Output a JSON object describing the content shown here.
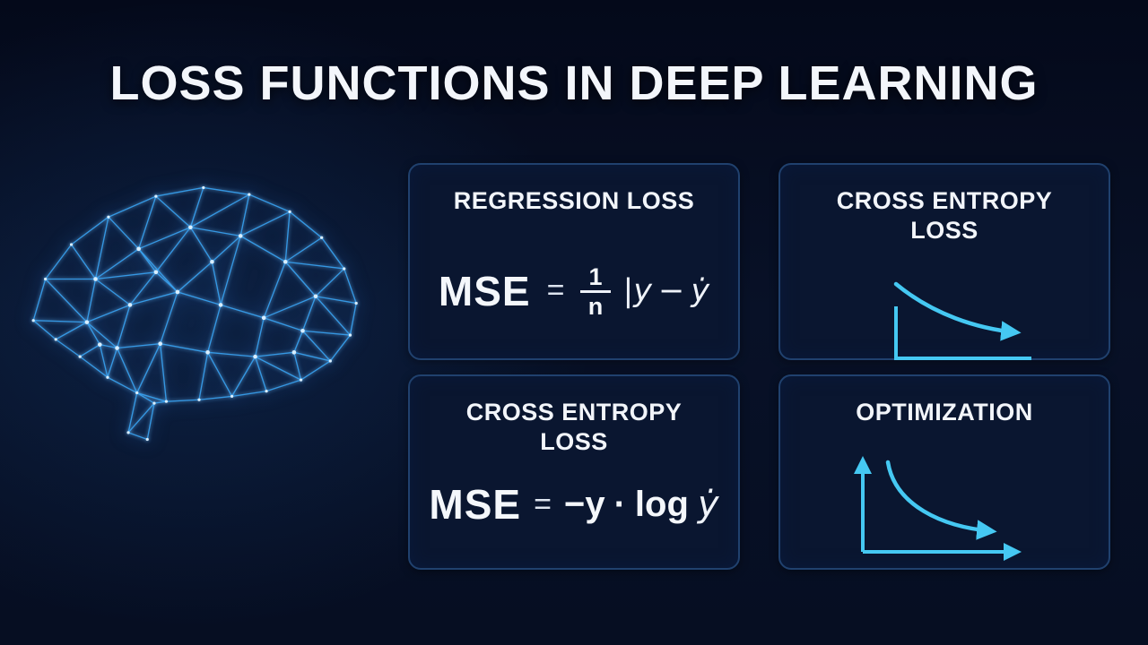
{
  "title": "LOSS FUNCTIONS IN DEEP LEARNING",
  "colors": {
    "background": "#070e20",
    "card_background": "#0a1630",
    "card_border": "#20416e",
    "accent_cyan": "#45c8f2",
    "brain_blue": "#3aa6f5",
    "text_white": "#f3f6fb"
  },
  "graphics": {
    "brain": "glowing low-poly wireframe brain network"
  },
  "cards": [
    {
      "id": "regression-loss",
      "title": "REGRESSION LOSS",
      "formula": {
        "lhs": "MSE",
        "eq": "=",
        "num": "1",
        "den": "n",
        "bar": "|",
        "y": "y",
        "minus": "−",
        "yhat": "ẏ"
      }
    },
    {
      "id": "cross-entropy-loss-top",
      "title": "CROSS ENTROPY LOSS",
      "chart": {
        "type": "line",
        "trend": "decreasing",
        "description": "decreasing loss curve with arrow over L-shaped axes"
      }
    },
    {
      "id": "cross-entropy-loss-bottom",
      "title": "CROSS ENTROPY LOSS",
      "formula": {
        "lhs": "MSE",
        "eq": "=",
        "neg_y": "−y",
        "dot": "·",
        "log": "log",
        "yhat": "ẏ"
      }
    },
    {
      "id": "optimization",
      "title": "OPTIMIZATION",
      "chart": {
        "type": "line",
        "trend": "decreasing",
        "description": "decreasing loss curve with arrowed x and y axes"
      }
    }
  ]
}
